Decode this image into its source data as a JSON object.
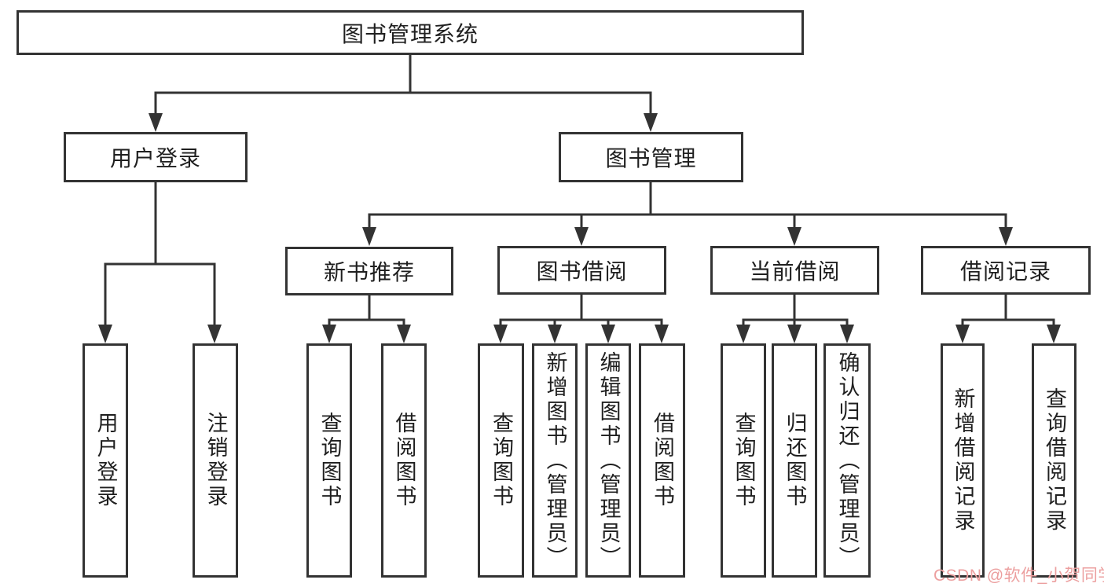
{
  "nodes": {
    "root": "图书管理系统",
    "user_login": "用户登录",
    "book_management": "图书管理",
    "new_book_recommend": "新书推荐",
    "book_borrow": "图书借阅",
    "current_borrow": "当前借阅",
    "borrow_record": "借阅记录",
    "user_login_leaf": "用户登录",
    "logout_leaf": "注销登录",
    "query_book_a": "查询图书",
    "borrow_book_a": "借阅图书",
    "query_book_b": "查询图书",
    "add_book_admin": "新增图书（管理员）",
    "edit_book_admin": "编辑图书（管理员）",
    "borrow_book_b": "借阅图书",
    "query_book_c": "查询图书",
    "return_book": "归还图书",
    "confirm_return_admin": "确认归还（管理员）",
    "add_borrow_record": "新增借阅记录",
    "query_borrow_record": "查询借阅记录"
  },
  "watermark": {
    "text": "CSDN @软件_小贺同学",
    "color": "#ec9f9f"
  },
  "colors": {
    "line": "#333333",
    "text": "#1f1f1f",
    "background": "#ffffff"
  }
}
